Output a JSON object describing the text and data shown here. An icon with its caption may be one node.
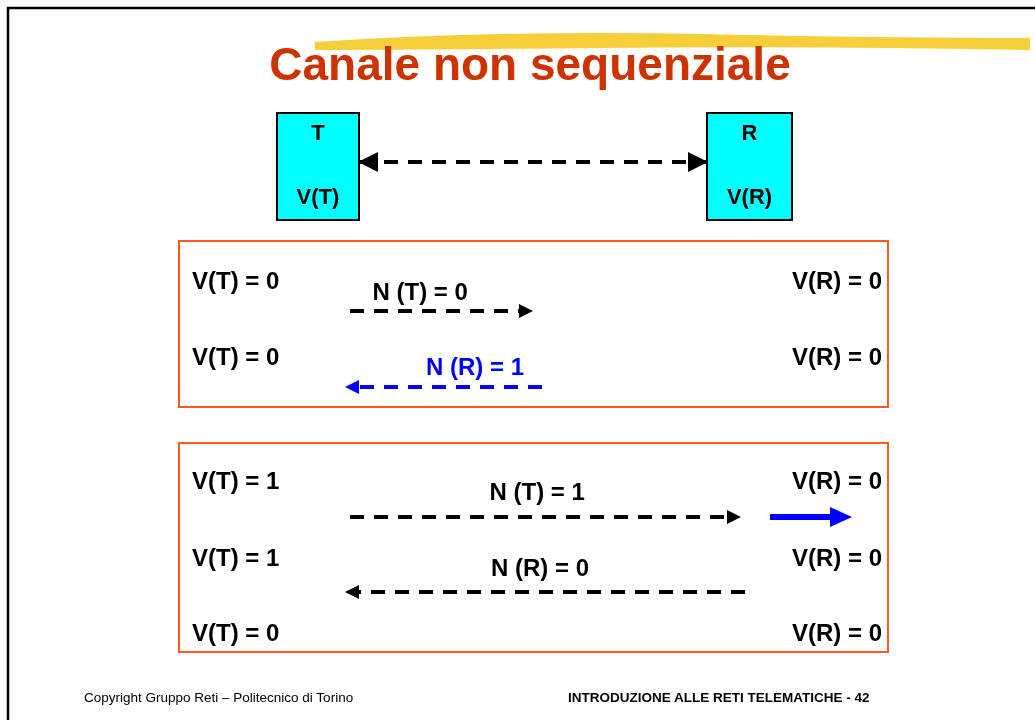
{
  "diagram": {
    "title": "Canale non sequenziale",
    "nodes": [
      {
        "text": [
          "T",
          "V(T)"
        ]
      },
      {
        "text": [
          "R",
          "V(R)"
        ]
      },
      {
        "text": [],
        "shape": "box"
      },
      {
        "text": [
          "V(T) = 0"
        ],
        "in": 2
      },
      {
        "text": [
          "V(R) = 0"
        ],
        "in": 2
      },
      {
        "text": [
          "V(T) = 0"
        ],
        "in": 2
      },
      {
        "text": [
          "V(R) = 0"
        ],
        "in": 2
      },
      {
        "text": [],
        "shape": "box"
      },
      {
        "text": [
          "V(T) = 1"
        ],
        "in": 7
      },
      {
        "text": [
          "V(R) = 0"
        ],
        "in": 7
      },
      {
        "text": [
          "V(T) = 1"
        ],
        "in": 7
      },
      {
        "text": [
          "V(R) = 0"
        ],
        "in": 7
      },
      {
        "text": [
          "V(T) = 0"
        ],
        "in": 7
      },
      {
        "text": [
          "V(R) = 0"
        ],
        "in": 7
      }
    ],
    "edges": [
      {
        "from": 0,
        "to": 1,
        "arrow": "both",
        "style": "dashed"
      }
    ],
    "labels": [
      "N (T) = 0",
      "N (R) = 1",
      "N (T) = 1",
      "N (R) = 0",
      "Copyright Gruppo Reti – Politecnico di Torino",
      "INTRODUZIONE ALLE RETI TELEMATICHE - 42"
    ]
  }
}
